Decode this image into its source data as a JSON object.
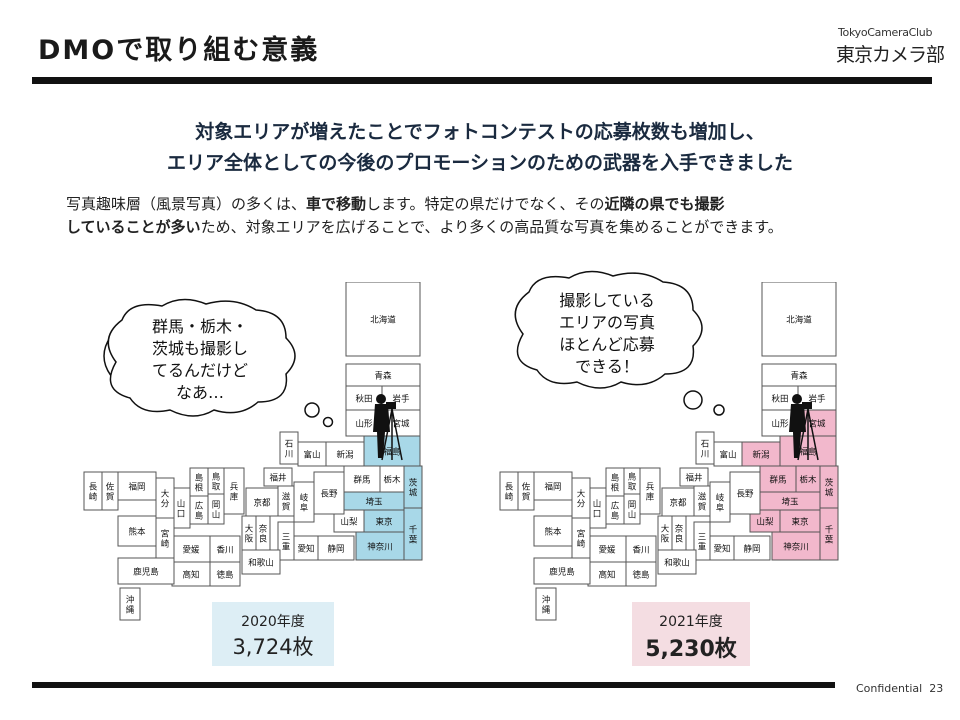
{
  "slide": {
    "title": "DMOで取り組む意義",
    "logo_en": "TokyoCameraClub",
    "logo_jp": "東京カメラ部",
    "footer_label": "Confidential",
    "page_number": "23"
  },
  "headline": {
    "line1": "対象エリアが増えたことでフォトコンテストの応募枚数も増加し、",
    "line2": "エリア全体としての今後のプロモーションのための武器を入手できました"
  },
  "body": {
    "p1": "写真趣味層（風景写真）の多くは、",
    "b1": "車で移動",
    "p2": "します。特定の県だけでなく、その",
    "b2": "近隣の県でも撮影",
    "b3": "していることが多い",
    "p3": "ため、対象エリアを広げることで、より多くの高品質な写真を集めることができます。"
  },
  "left_bubble": {
    "lines": [
      "群馬・栃木・",
      "茨城も撮影し",
      "てるんだけど",
      "なあ…"
    ]
  },
  "right_bubble": {
    "lines": [
      "撮影している",
      "エリアの写真",
      "ほとんど応募",
      "できる！"
    ]
  },
  "stats": [
    {
      "year": "2020年度",
      "count": "3,724枚",
      "bg": "#ddeef5"
    },
    {
      "year": "2021年度",
      "count": "5,230枚",
      "bg": "#f4dde2"
    }
  ],
  "maps": {
    "highlight_left": "#a8d8e8",
    "highlight_right": "#f2b8cc",
    "prefectures": {
      "hokkaido": "北海道",
      "aomori": "青森",
      "akita": "秋田",
      "iwate": "岩手",
      "yamagata": "山形",
      "miyagi": "宮城",
      "fukushima": "福島",
      "ishikawa": "石川",
      "toyama": "富山",
      "niigata": "新潟",
      "gunma": "群馬",
      "tochigi": "栃木",
      "ibaraki": "茨城",
      "saitama": "埼玉",
      "yamanashi": "山梨",
      "tokyo": "東京",
      "chiba": "千葉",
      "kanagawa": "神奈川",
      "fukui": "福井",
      "nagano": "長野",
      "gifu": "岐阜",
      "shiga": "滋賀",
      "kyoto": "京都",
      "mie": "三重",
      "aichi": "愛知",
      "shizuoka": "静岡",
      "osaka": "大阪",
      "nara": "奈良",
      "wakayama": "和歌山",
      "hyogo": "兵庫",
      "tottori": "鳥取",
      "okayama": "岡山",
      "shimane": "島根",
      "hiroshima": "広島",
      "yamaguchi": "山口",
      "ehime": "愛媛",
      "kagawa": "香川",
      "kochi": "高知",
      "tokushima": "徳島",
      "fukuoka": "福岡",
      "saga": "佐賀",
      "nagasaki": "長崎",
      "oita": "大分",
      "kumamoto": "熊本",
      "miyazaki": "宮崎",
      "kagoshima": "鹿児島",
      "okinawa": "沖縄"
    },
    "highlighted_left": [
      "fukushima",
      "ibaraki",
      "saitama",
      "tokyo",
      "chiba",
      "kanagawa"
    ],
    "highlighted_right": [
      "miyagi",
      "fukushima",
      "niigata",
      "gunma",
      "tochigi",
      "ibaraki",
      "saitama",
      "yamanashi",
      "tokyo",
      "chiba",
      "kanagawa"
    ]
  }
}
